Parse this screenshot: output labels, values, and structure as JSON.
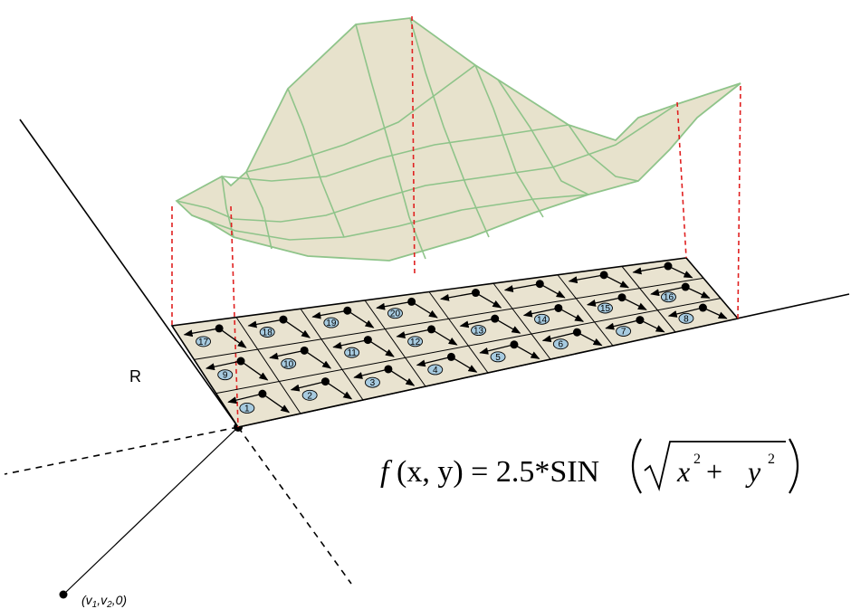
{
  "region_label": "R",
  "point_label": "(v",
  "point_sub1": "1",
  "point_mid": ",v",
  "point_sub2": "2",
  "point_end": ",0)",
  "formula": {
    "lhs": "f",
    "args": "(x, y) = 2.5*SIN",
    "x": "x",
    "plus": " + ",
    "y": "y",
    "exp": "2"
  },
  "cells": [
    "1",
    "2",
    "3",
    "4",
    "5",
    "6",
    "7",
    "8",
    "9",
    "10",
    "11",
    "12",
    "13",
    "14",
    "15",
    "16",
    "17",
    "18",
    "19",
    "20"
  ],
  "colors": {
    "surface_fill": "#e7e2cc",
    "surface_stroke": "#8fc48a",
    "region_fill": "#e9e3d0",
    "projection": "#e02020",
    "label_fill": "#a7cbe0",
    "ink": "#000000"
  }
}
